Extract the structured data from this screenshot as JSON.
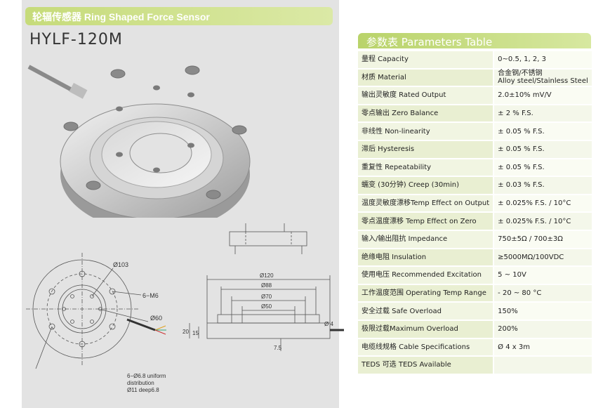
{
  "header": {
    "title": "轮辐传感器 Ring Shaped Force Sensor",
    "model": "HYLF-120M"
  },
  "drawing": {
    "d103": "Ø103",
    "m6": "6−M6",
    "d60": "Ø60",
    "holes_line1": "6−Ø6.8 uniform",
    "holes_line2": "distribution",
    "holes_line3": "Ø11 deep6.8",
    "d120": "Ø120",
    "d88": "Ø88",
    "d70": "Ø70",
    "d50": "Ø50",
    "h20": "20",
    "h15": "15",
    "h75": "7.5",
    "cable": "Ø 4"
  },
  "params": {
    "title": "参数表  Parameters Table",
    "rows": [
      {
        "k": "量程 Capacity",
        "v": "0~0.5, 1, 2, 3"
      },
      {
        "k": "材质 Material",
        "v": "合金钢/不锈钢",
        "v2": "Alloy steel/Stainless Steel"
      },
      {
        "k": "输出灵敏度 Rated Output",
        "v": "2.0±10% mV/V"
      },
      {
        "k": "零点输出 Zero Balance",
        "v": "± 2 % F.S."
      },
      {
        "k": "非线性 Non-linearity",
        "v": "± 0.05 % F.S."
      },
      {
        "k": "滞后 Hysteresis",
        "v": "± 0.05 % F.S."
      },
      {
        "k": "重复性 Repeatability",
        "v": "± 0.05 % F.S."
      },
      {
        "k": "蠕变 (30分钟) Creep (30min)",
        "v": "± 0.03 % F.S."
      },
      {
        "k": "温度灵敏度漂移Temp Effect on Output",
        "v": "± 0.025% F.S. / 10°C"
      },
      {
        "k": "零点温度漂移 Temp Effect on Zero",
        "v": "± 0.025% F.S. / 10°C"
      },
      {
        "k": "输入/输出阻抗 Impedance",
        "v": "750±5Ω / 700±3Ω"
      },
      {
        "k": "绝缘电阻 Insulation",
        "v": "≥5000MΩ/100VDC"
      },
      {
        "k": "使用电压 Recommended Excitation",
        "v": "5 ~ 10V"
      },
      {
        "k": "工作温度范围 Operating Temp  Range",
        "v": "- 20 ~ 80 °C"
      },
      {
        "k": "安全过载 Safe Overload",
        "v": "150%"
      },
      {
        "k": "极限过载Maximum Overload",
        "v": "200%"
      },
      {
        "k": "电缆线规格 Cable Specifications",
        "v": "Ø 4 x 3m"
      },
      {
        "k": "TEDS 可选 TEDS Available",
        "v": ""
      }
    ]
  }
}
